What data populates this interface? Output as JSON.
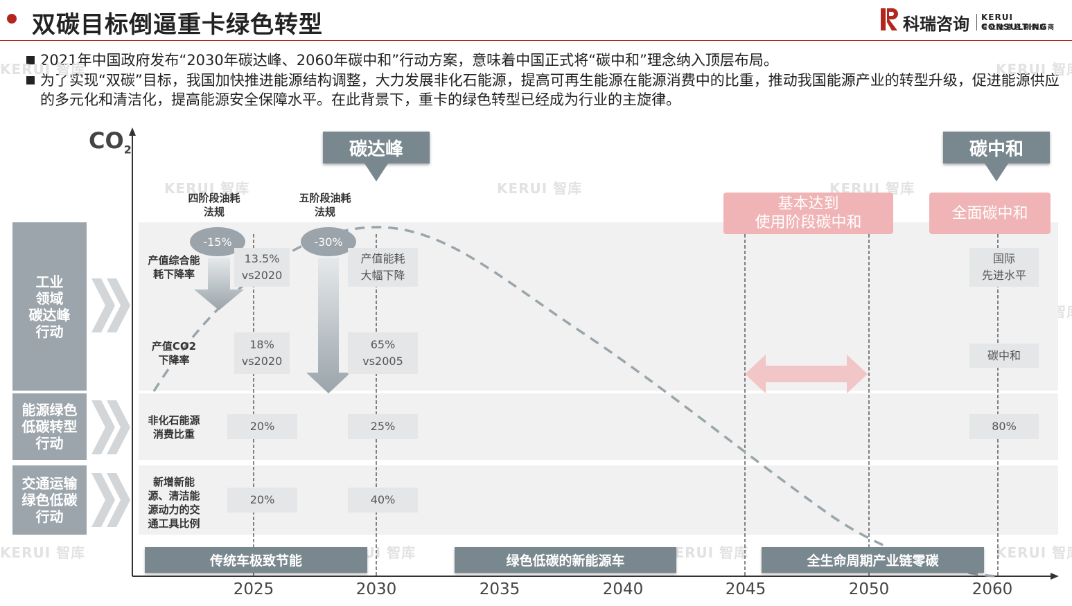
{
  "header": {
    "title": "双碳目标倒逼重卡绿色转型",
    "logo_cn": "科瑞咨询",
    "logo_en": "KERUI CONSULTING",
    "logo_sub": "专业信息咨询供应商"
  },
  "bullets": [
    "2021年中国政府发布“2030年碳达峰、2060年碳中和”行动方案，意味着中国正式将“碳中和”理念纳入顶层布局。",
    "为了实现“双碳”目标，我国加快推进能源结构调整，大力发展非化石能源，提高可再生能源在能源消费中的比重，推动我国能源产业的转型升级，促进能源供应的多元化和清洁化，提高能源安全保障水平。在此背景下，重卡的绿色转型已经成为行业的主旋律。"
  ],
  "watermark": "KERUI 智库",
  "axis": {
    "y_label": "CO",
    "y_sub": "2",
    "years": [
      "2025",
      "2030",
      "2035",
      "2040",
      "2045",
      "2050",
      "2060"
    ]
  },
  "banners": {
    "peak": "碳达峰",
    "neutral": "碳中和"
  },
  "milestones": {
    "basic": "基本达到\n使用阶段碳中和",
    "full": "全面碳中和"
  },
  "laws": [
    {
      "label": "四阶段油耗\n法规",
      "reduction": "-15%"
    },
    {
      "label": "五阶段油耗\n法规",
      "reduction": "-30%"
    }
  ],
  "categories": [
    {
      "label": "工业\n领域\n碳达峰\n行动"
    },
    {
      "label": "能源绿色\n低碳转型\n行动"
    },
    {
      "label": "交通运输\n绿色低碳\n行动"
    }
  ],
  "rows": [
    {
      "label": "产值综合能\n耗下降率",
      "v2025": "13.5%\nvs2020",
      "v2030": "产值能耗\n大幅下降",
      "v2060": "国际\n先进水平"
    },
    {
      "label": "产值CO2\n下降率",
      "v2025": "18%\nvs2020",
      "v2030": "65%\nvs2005",
      "v2060": "碳中和"
    },
    {
      "label": "非化石能源\n消费比重",
      "v2025": "20%",
      "v2030": "25%",
      "v2060": "80%"
    },
    {
      "label": "新增新能\n源、清洁能\n源动力的交\n通工具比例",
      "v2025": "20%",
      "v2030": "40%"
    }
  ],
  "stages": [
    "传统车极致节能",
    "绿色低碳的新能源车",
    "全生命周期产业链零碳"
  ],
  "colors": {
    "accent": "#b3261e",
    "banner": "#79888f",
    "pink": "#f0b4b6",
    "category": "#9ca5ab"
  }
}
